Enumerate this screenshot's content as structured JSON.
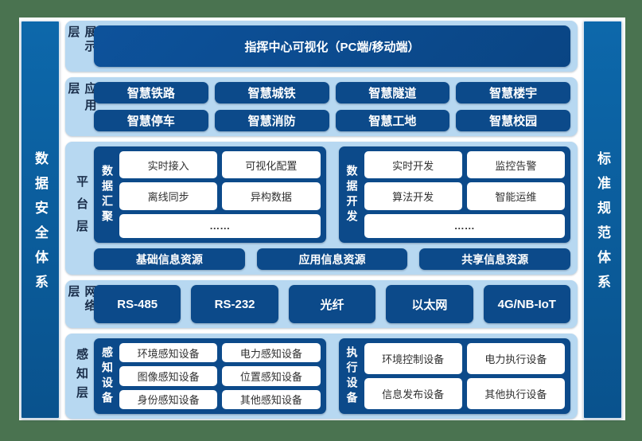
{
  "sidebars": {
    "left": "数据安全体系",
    "right": "标准规范体系"
  },
  "layers": {
    "display": {
      "label": "展示层",
      "box": "指挥中心可视化（PC端/移动端）"
    },
    "application": {
      "label": "应用层",
      "items": [
        "智慧铁路",
        "智慧城铁",
        "智慧隧道",
        "智慧楼宇",
        "智慧停车",
        "智慧消防",
        "智慧工地",
        "智慧校园"
      ]
    },
    "platform": {
      "label": "平台层",
      "groups": [
        {
          "label": "数据汇聚",
          "items": [
            "实时接入",
            "可视化配置",
            "离线同步",
            "异构数据"
          ],
          "ellipsis": "……"
        },
        {
          "label": "数据开发",
          "items": [
            "实时开发",
            "监控告警",
            "算法开发",
            "智能运维"
          ],
          "ellipsis": "……"
        }
      ],
      "resources": [
        "基础信息资源",
        "应用信息资源",
        "共享信息资源"
      ]
    },
    "network": {
      "label": "网络层",
      "items": [
        "RS-485",
        "RS-232",
        "光纤",
        "以太网",
        "4G/NB-IoT"
      ]
    },
    "perception": {
      "label": "感知层",
      "groups": [
        {
          "label": "感知设备",
          "items": [
            "环境感知设备",
            "电力感知设备",
            "图像感知设备",
            "位置感知设备",
            "身份感知设备",
            "其他感知设备"
          ]
        },
        {
          "label": "执行设备",
          "items": [
            "环境控制设备",
            "电力执行设备",
            "信息发布设备",
            "其他执行设备"
          ]
        }
      ]
    }
  },
  "colors": {
    "green": "#4a7350",
    "panel": "#b7d8f1",
    "navy": "#0c4a8a",
    "sidebar1": "#0d68ab",
    "sidebar2": "#09528d",
    "labeldark": "#1a2e4a",
    "boxtext": "#303030"
  }
}
